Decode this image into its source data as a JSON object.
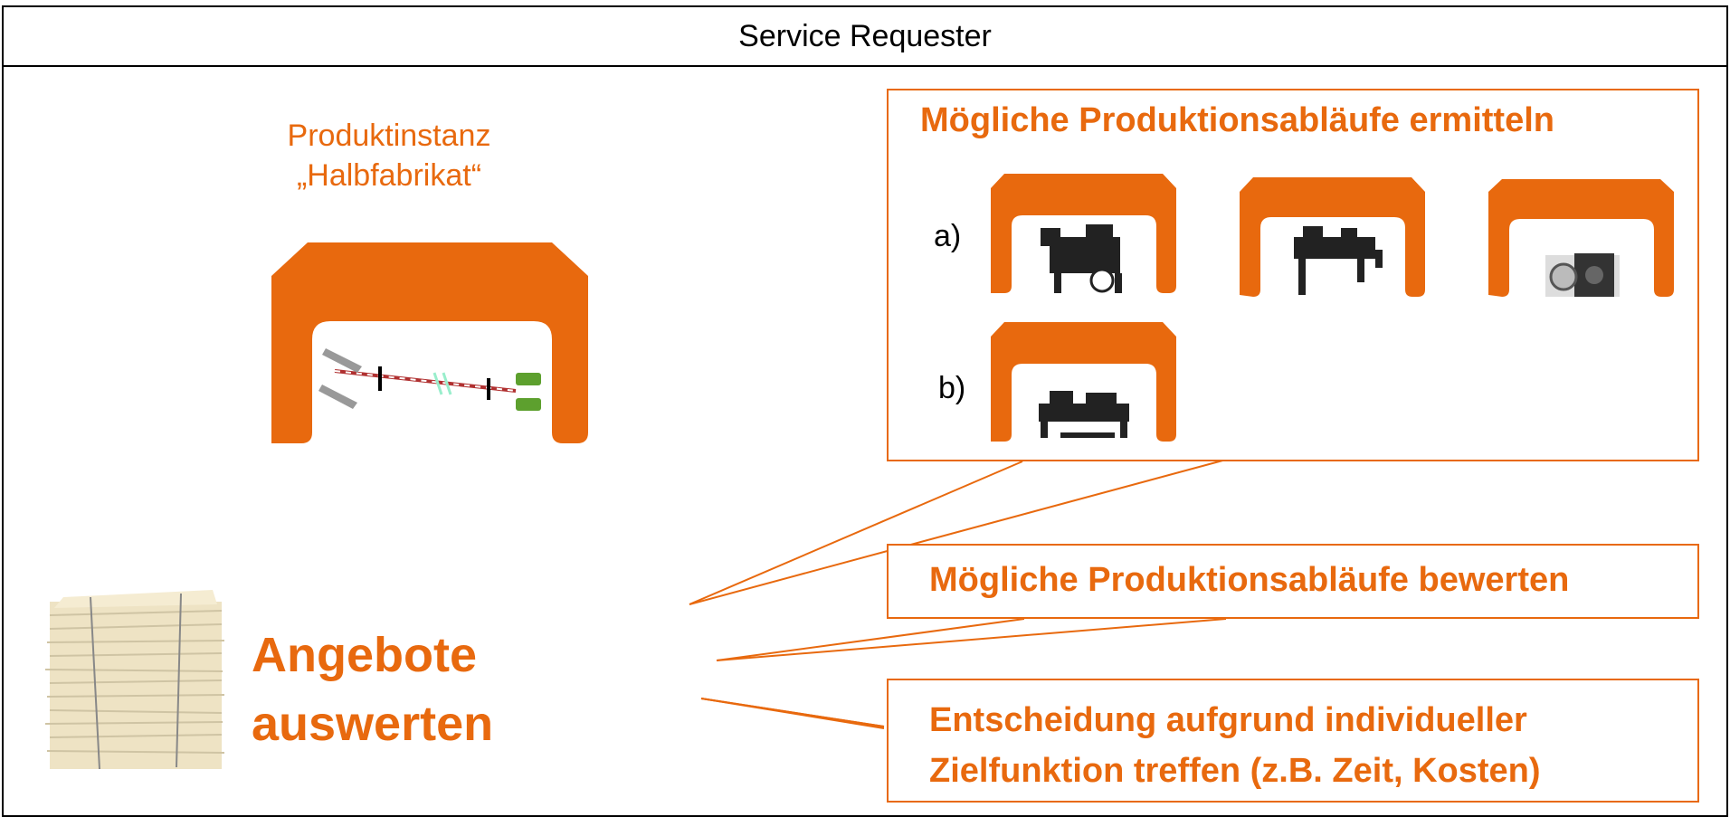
{
  "header": {
    "title": "Service Requester"
  },
  "product": {
    "title_line1": "Produktinstanz",
    "title_line2": "„Halbfabrikat“"
  },
  "offers": {
    "line1": "Angebote",
    "line2": "auswerten"
  },
  "box_determine": {
    "title": "Mögliche Produktionsabläufe ermitteln",
    "option_a": "a)",
    "option_b": "b)",
    "machines_a": [
      "machine-press-icon",
      "machine-assembly-icon",
      "machine-closeup-icon"
    ],
    "machines_b": [
      "machine-crimp-icon"
    ]
  },
  "box_evaluate": {
    "title": "Mögliche Produktionsabläufe bewerten"
  },
  "box_decide": {
    "line1": "Entscheidung aufgrund individueller",
    "line2": "Zielfunktion treffen (z.B. Zeit, Kosten)"
  },
  "colors": {
    "accent": "#E8690E",
    "border": "#000000",
    "cable_green": "#5DA02E"
  }
}
